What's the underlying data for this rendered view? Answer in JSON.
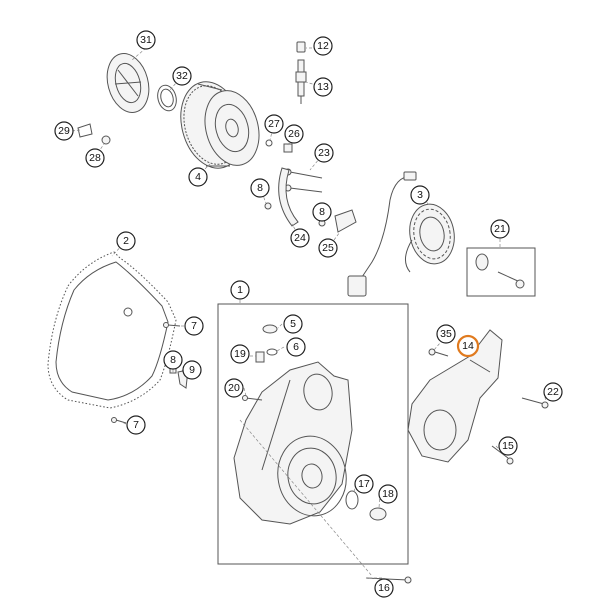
{
  "diagram": {
    "highlight_color": "#e07a1e",
    "callouts": [
      {
        "id": "c31",
        "text": "31"
      },
      {
        "id": "c32",
        "text": "32"
      },
      {
        "id": "c12",
        "text": "12"
      },
      {
        "id": "c13",
        "text": "13"
      },
      {
        "id": "c29",
        "text": "29"
      },
      {
        "id": "c28",
        "text": "28"
      },
      {
        "id": "c27",
        "text": "27"
      },
      {
        "id": "c26",
        "text": "26"
      },
      {
        "id": "c4",
        "text": "4"
      },
      {
        "id": "c23",
        "text": "23"
      },
      {
        "id": "c8a",
        "text": "8"
      },
      {
        "id": "c8b",
        "text": "8"
      },
      {
        "id": "c24",
        "text": "24"
      },
      {
        "id": "c25",
        "text": "25"
      },
      {
        "id": "c3",
        "text": "3"
      },
      {
        "id": "c21",
        "text": "21"
      },
      {
        "id": "c2",
        "text": "2"
      },
      {
        "id": "c1",
        "text": "1"
      },
      {
        "id": "c5",
        "text": "5"
      },
      {
        "id": "c6",
        "text": "6"
      },
      {
        "id": "c19",
        "text": "19"
      },
      {
        "id": "c20",
        "text": "20"
      },
      {
        "id": "c7a",
        "text": "7"
      },
      {
        "id": "c8c",
        "text": "8"
      },
      {
        "id": "c9",
        "text": "9"
      },
      {
        "id": "c7b",
        "text": "7"
      },
      {
        "id": "c35",
        "text": "35"
      },
      {
        "id": "c14",
        "text": "14"
      },
      {
        "id": "c22",
        "text": "22"
      },
      {
        "id": "c15",
        "text": "15"
      },
      {
        "id": "c17",
        "text": "17"
      },
      {
        "id": "c18",
        "text": "18"
      },
      {
        "id": "c16",
        "text": "16"
      }
    ]
  }
}
